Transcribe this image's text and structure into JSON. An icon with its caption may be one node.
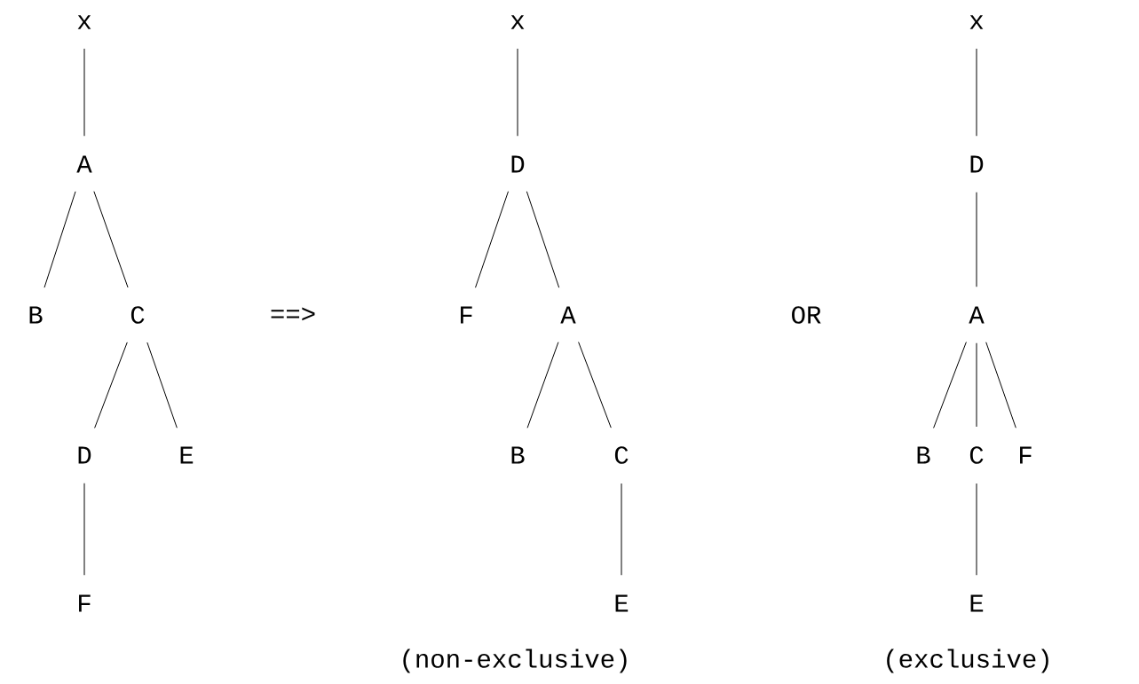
{
  "diagram": {
    "nodes": [
      {
        "text": [
          "x"
        ]
      },
      {
        "text": [
          "A"
        ]
      },
      {
        "text": [
          "B"
        ]
      },
      {
        "text": [
          "C"
        ]
      },
      {
        "text": [
          "D"
        ]
      },
      {
        "text": [
          "E"
        ]
      },
      {
        "text": [
          "F"
        ]
      },
      {
        "text": [
          "x"
        ]
      },
      {
        "text": [
          "D"
        ]
      },
      {
        "text": [
          "F"
        ]
      },
      {
        "text": [
          "A"
        ]
      },
      {
        "text": [
          "B"
        ]
      },
      {
        "text": [
          "C"
        ]
      },
      {
        "text": [
          "E"
        ]
      },
      {
        "text": [
          "x"
        ]
      },
      {
        "text": [
          "D"
        ]
      },
      {
        "text": [
          "A"
        ]
      },
      {
        "text": [
          "B"
        ]
      },
      {
        "text": [
          "C"
        ]
      },
      {
        "text": [
          "F"
        ]
      },
      {
        "text": [
          "E"
        ]
      }
    ],
    "edges": [
      {
        "from": 0,
        "to": 1,
        "arrow": "none"
      },
      {
        "from": 1,
        "to": 2,
        "arrow": "none"
      },
      {
        "from": 1,
        "to": 3,
        "arrow": "none"
      },
      {
        "from": 3,
        "to": 4,
        "arrow": "none"
      },
      {
        "from": 3,
        "to": 5,
        "arrow": "none"
      },
      {
        "from": 4,
        "to": 6,
        "arrow": "none"
      },
      {
        "from": 7,
        "to": 8,
        "arrow": "none"
      },
      {
        "from": 8,
        "to": 9,
        "arrow": "none"
      },
      {
        "from": 8,
        "to": 10,
        "arrow": "none"
      },
      {
        "from": 10,
        "to": 11,
        "arrow": "none"
      },
      {
        "from": 10,
        "to": 12,
        "arrow": "none"
      },
      {
        "from": 12,
        "to": 13,
        "arrow": "none"
      },
      {
        "from": 14,
        "to": 15,
        "arrow": "none"
      },
      {
        "from": 15,
        "to": 16,
        "arrow": "none"
      },
      {
        "from": 16,
        "to": 17,
        "arrow": "none"
      },
      {
        "from": 16,
        "to": 18,
        "arrow": "none"
      },
      {
        "from": 16,
        "to": 19,
        "arrow": "none"
      },
      {
        "from": 18,
        "to": 20,
        "arrow": "none"
      }
    ],
    "labels": [
      "==>",
      "OR",
      "(non-exclusive)",
      "(exclusive)"
    ]
  }
}
